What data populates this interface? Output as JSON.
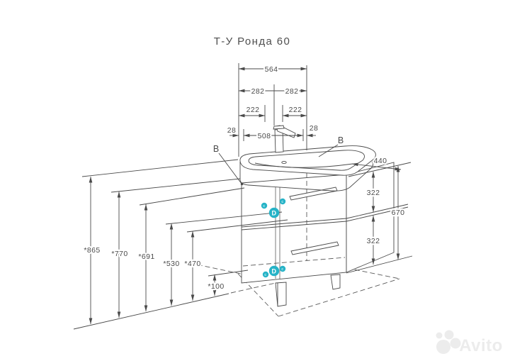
{
  "title": "Т-У Ронда 60",
  "dims": {
    "d564": "564",
    "d282a": "282",
    "d282b": "282",
    "d222a": "222",
    "d222b": "222",
    "d28a": "28",
    "d508": "508",
    "d28b": "28",
    "d440": "440",
    "d322a": "322",
    "d670": "670",
    "d322b": "322",
    "d865": "*865",
    "d770": "*770",
    "d691": "*691",
    "d530": "*530",
    "d470": "*470",
    "d100": "*100"
  },
  "labels": {
    "view_left": "В",
    "view_right": "В"
  },
  "markers": {
    "big": "D",
    "small": "c"
  },
  "watermark": {
    "brand": "Avito"
  },
  "colors": {
    "line": "#4a4a4a",
    "accent_teal": "#26b3c7",
    "watermark": "#ececec",
    "background": "#ffffff"
  }
}
